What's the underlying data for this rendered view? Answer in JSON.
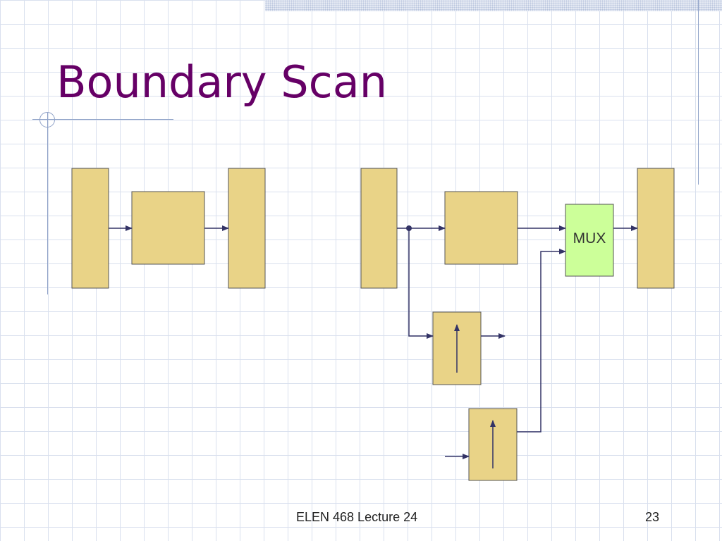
{
  "slide": {
    "title": "Boundary Scan",
    "footer": "ELEN 468 Lecture 24",
    "page_number": "23"
  },
  "diagram": {
    "mux_label": "MUX"
  },
  "colors": {
    "title": "#660066",
    "block_fill": "#e9d387",
    "mux_fill": "#ccff99",
    "wire": "#333366"
  }
}
